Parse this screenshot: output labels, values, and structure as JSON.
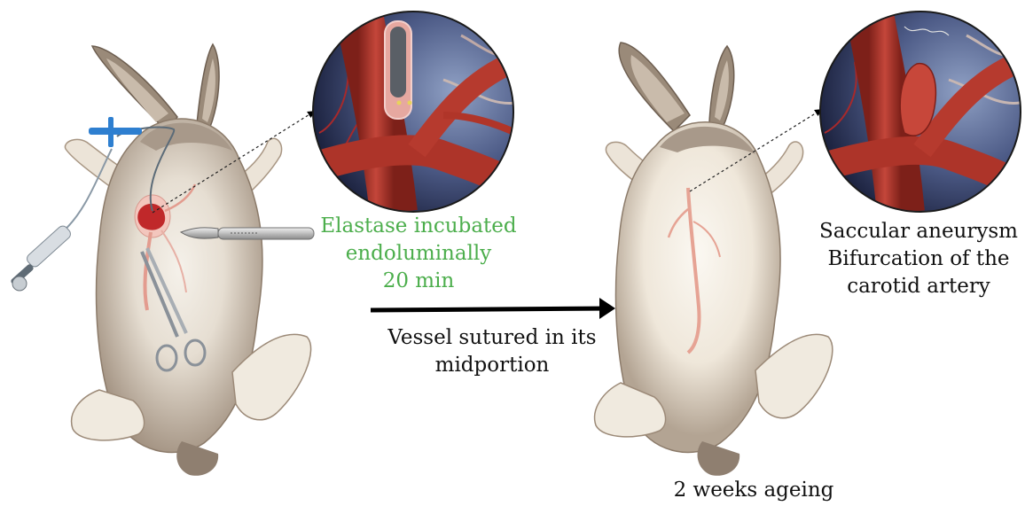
{
  "step1": {
    "lines": [
      "Elastase incubated",
      "endoluminally",
      "20 min"
    ],
    "color": "#4cae4c"
  },
  "step2": {
    "lines": [
      "Vessel sutured in its",
      "midportion"
    ]
  },
  "step3": {
    "label": "2 weeks ageing"
  },
  "result": {
    "lines": [
      "Saccular aneurysm",
      "Bifurcation of the",
      "carotid artery"
    ]
  },
  "colors": {
    "fur": "#a8998a",
    "fur_dark": "#7d6e60",
    "fur_light": "#f3efe6",
    "artery": "#b83a30",
    "artery_light": "#e8a89c",
    "inset_bg": "#2a3358",
    "arrow": "#000000"
  },
  "icons": [
    "rabbit-illustration",
    "catheter-icon",
    "syringe-icon",
    "scalpel-icon",
    "scissors-icon",
    "magnified-artery-inset",
    "aneurysm-inset"
  ]
}
